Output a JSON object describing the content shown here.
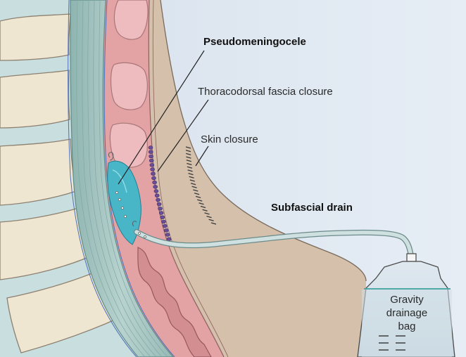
{
  "labels": {
    "pseudomeningocele": "Pseudomeningocele",
    "fascia_closure": "Thoracodorsal fascia closure",
    "skin_closure": "Skin closure",
    "subfascial_drain": "Subfascial drain",
    "bag_line1": "Gravity",
    "bag_line2": "drainage",
    "bag_line3": "bag"
  },
  "colors": {
    "background_sky": "#dde6f0",
    "skin": "#d4c0ab",
    "muscle": "#e3a3a5",
    "vertebra": "#efe6d2",
    "disc": "#c9dede",
    "dura": "#a9c6c4",
    "csf_collection": "#49b6c8",
    "suture": "#6a4f98",
    "drain": "#c8dada"
  }
}
